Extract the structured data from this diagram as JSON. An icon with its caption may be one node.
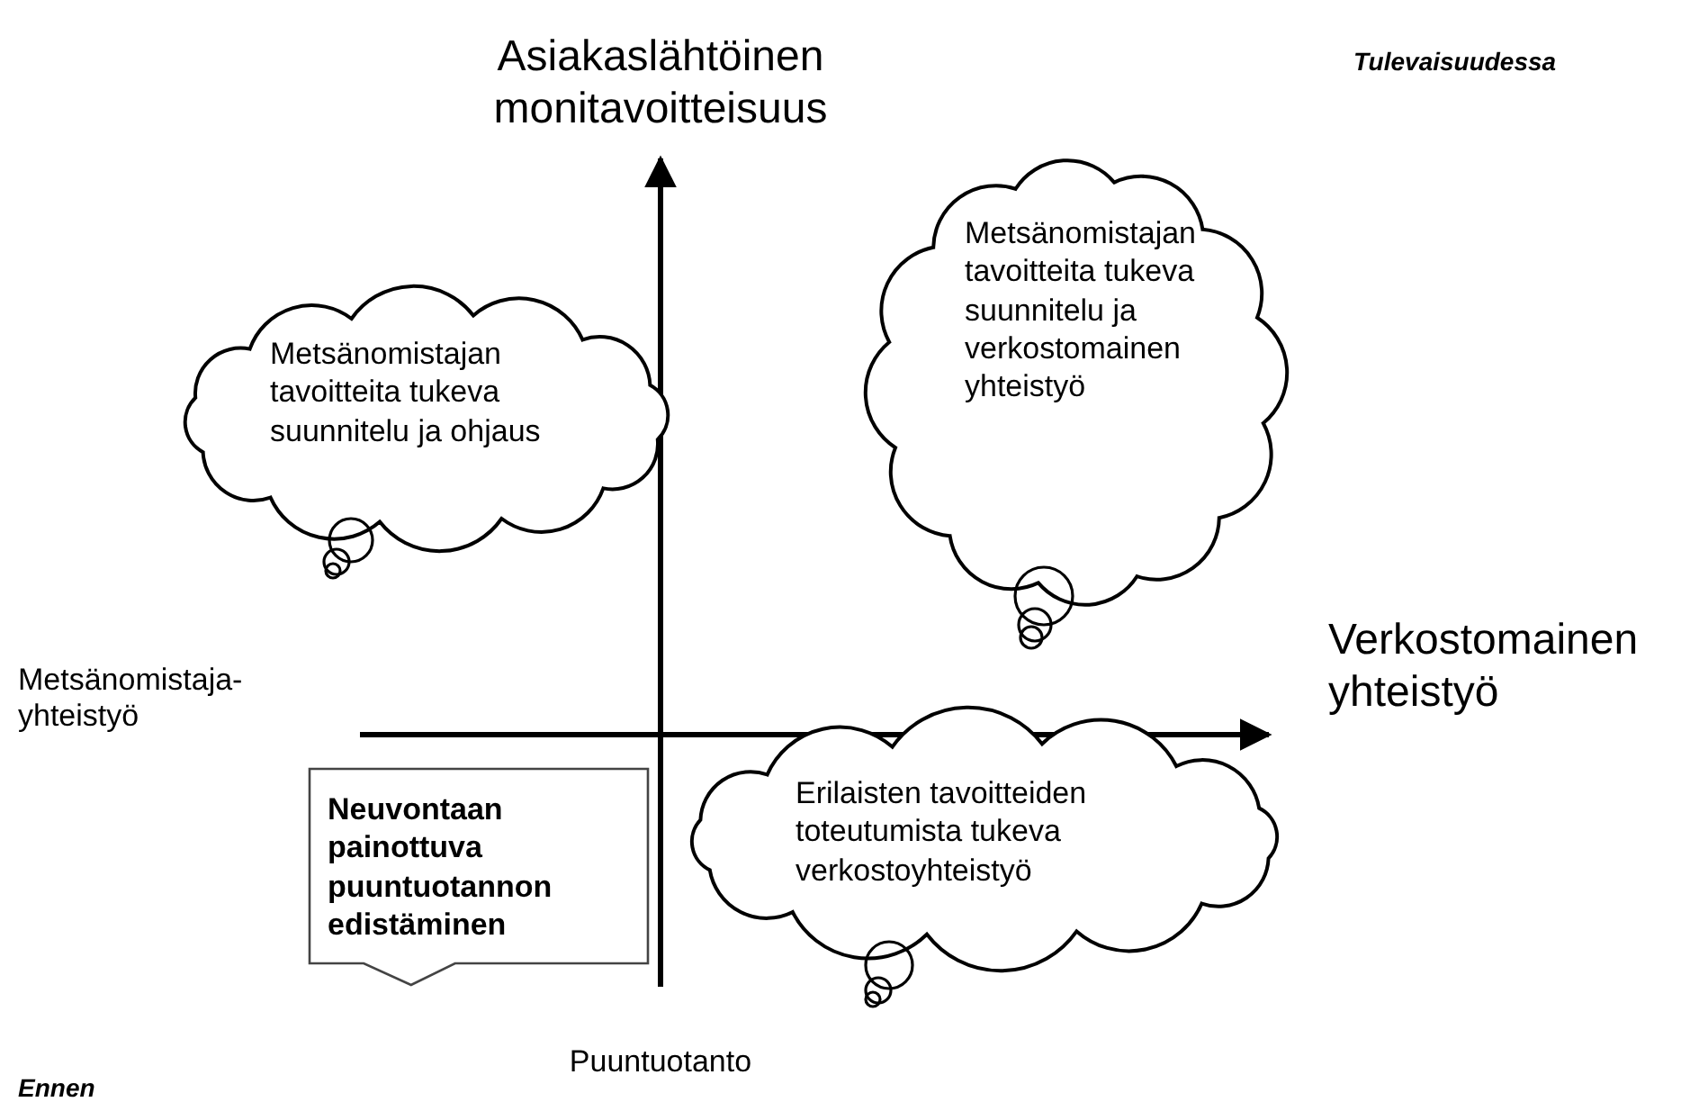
{
  "diagram": {
    "nodes": [
      {
        "text": [
          "Metsänomistajan tavoitteita tukeva suunnitelu ja ohjaus"
        ]
      },
      {
        "text": [
          "Metsänomistajan tavoitteita tukeva suunnitelu ja verkostomainen yhteistyö"
        ]
      },
      {
        "text": [
          "Neuvontaan painottuva puuntuotannon edistäminen"
        ]
      },
      {
        "text": [
          "Erilaisten tavoitteiden toteutumista tukeva verkostoyhteistyö"
        ]
      }
    ],
    "labels": [
      "Asiakaslähtöinen monitavoitteisuus",
      "Tulevaisuudessa",
      "Metsänomistaja- yhteistyö",
      "Verkostomainen yhteistyö",
      "Puuntuotanto",
      "Ennen"
    ]
  }
}
